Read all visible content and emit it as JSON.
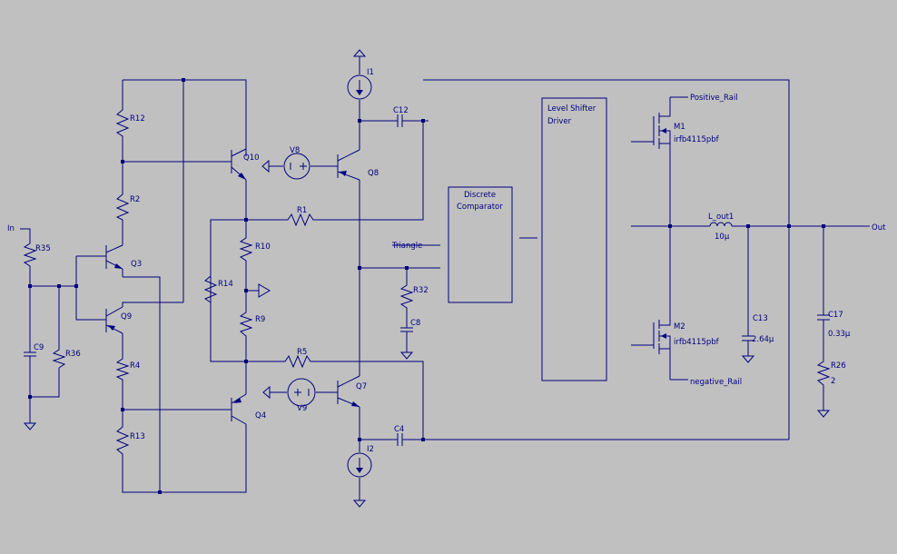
{
  "colors": {
    "background": "#c0c0c0",
    "wire": "#000080",
    "text": "#000080"
  },
  "nets": {
    "input": "In",
    "output": "Out",
    "triangle": "Triangle",
    "positive_rail": "Positive_Rail",
    "negative_rail": "negative_Rail"
  },
  "blocks": {
    "comparator": [
      "Discrete",
      "Comparator"
    ],
    "driver": [
      "Level Shifter",
      "Driver"
    ]
  },
  "components": {
    "R1": "R1",
    "R2": "R2",
    "R4": "R4",
    "R5": "R5",
    "R9": "R9",
    "R10": "R10",
    "R12": "R12",
    "R13": "R13",
    "R14": "R14",
    "R26": "R26",
    "R26_value": "2",
    "R32": "R32",
    "R35": "R35",
    "R36": "R36",
    "C4": "C4",
    "C8": "C8",
    "C9": "C9",
    "C12": "C12",
    "C13": "C13",
    "C13_value": "2.64µ",
    "C17": "C17",
    "C17_value": "0.33µ",
    "Q3": "Q3",
    "Q4": "Q4",
    "Q7": "Q7",
    "Q8": "Q8",
    "Q9": "Q9",
    "Q10": "Q10",
    "V8": "V8",
    "V9": "V9",
    "I1": "I1",
    "I2": "I2",
    "M1": "M1",
    "M1_model": "irfb4115pbf",
    "M2": "M2",
    "M2_model": "irfb4115pbf",
    "L_out1": "L_out1",
    "L_out1_value": "10µ"
  }
}
